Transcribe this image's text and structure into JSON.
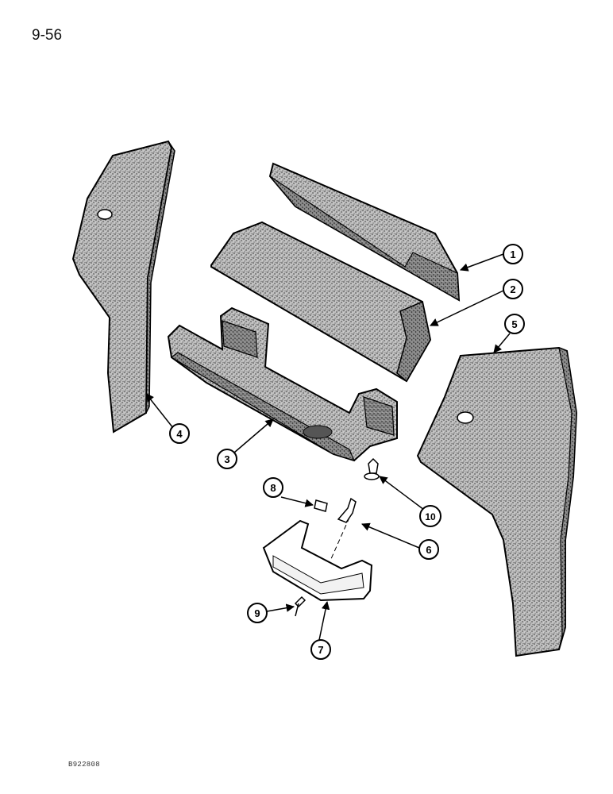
{
  "page_number": "9-56",
  "figure_code": "B922808",
  "callouts": [
    {
      "id": "1",
      "label": "1"
    },
    {
      "id": "2",
      "label": "2"
    },
    {
      "id": "3",
      "label": "3"
    },
    {
      "id": "4",
      "label": "4"
    },
    {
      "id": "5",
      "label": "5"
    },
    {
      "id": "6",
      "label": "6"
    },
    {
      "id": "7",
      "label": "7"
    },
    {
      "id": "8",
      "label": "8"
    },
    {
      "id": "9",
      "label": "9"
    },
    {
      "id": "10",
      "label": "10"
    }
  ]
}
